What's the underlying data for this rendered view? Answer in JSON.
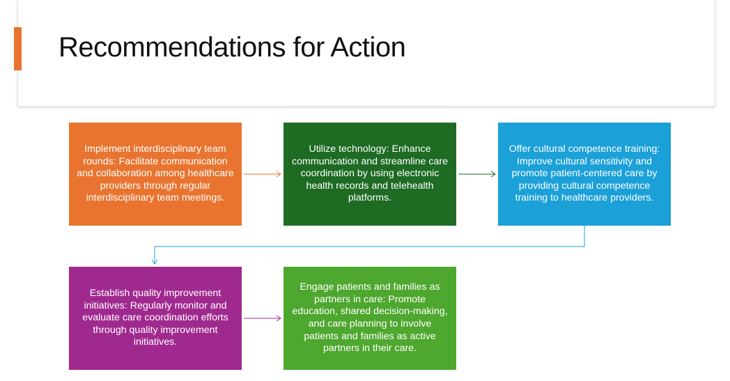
{
  "slide": {
    "title": "Recommendations for Action",
    "accent_color": "#E8742F"
  },
  "steps": [
    {
      "text": "Implement interdisciplinary team rounds: Facilitate communication and collaboration among healthcare providers through regular interdisciplinary team meetings.",
      "color": "#E8742F"
    },
    {
      "text": "Utilize technology: Enhance communication and streamline care coordination by using electronic health records and telehealth platforms.",
      "color": "#1E6B24"
    },
    {
      "text": "Offer cultural competence training: Improve cultural sensitivity and promote patient-centered care by providing cultural competence training to healthcare providers.",
      "color": "#1BA0D8"
    },
    {
      "text": "Establish quality improvement initiatives: Regularly monitor and evaluate care coordination efforts through quality improvement initiatives.",
      "color": "#A0298F"
    },
    {
      "text": "Engage patients and families as partners in care: Promote education, shared decision-making, and care planning to involve patients and families as active partners in their care.",
      "color": "#4EA72E"
    }
  ]
}
